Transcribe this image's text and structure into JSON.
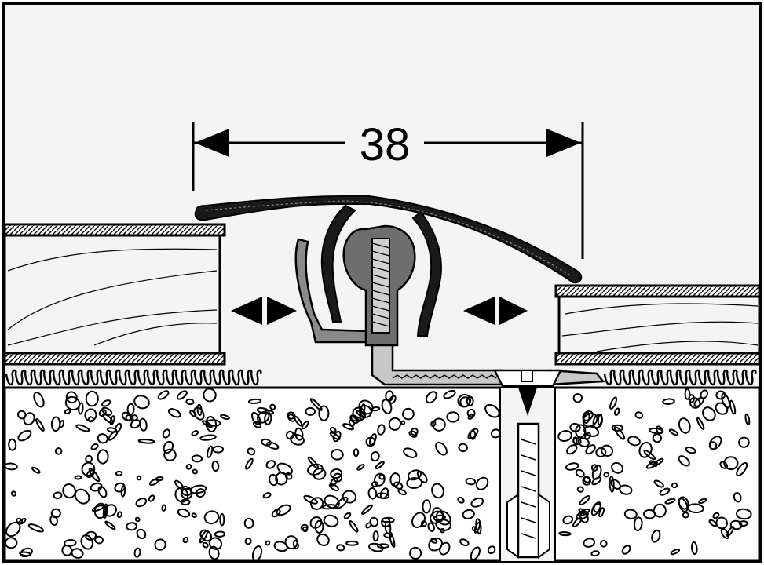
{
  "dimension": {
    "label": "38"
  },
  "colors": {
    "background": "#f4f4f4",
    "outline": "#000000",
    "profile_dark": "#1a1a1a",
    "clip_grey": "#8a8a8a",
    "screw_grey": "#6e6e6e",
    "base_light_grey": "#c8c8c8",
    "concrete": "#ffffff"
  },
  "icons": {
    "left_expansion_arrows": "double-arrow-left-right",
    "right_expansion_arrows": "double-arrow-left-right",
    "dimension_arrows": "dimension-arrow"
  }
}
